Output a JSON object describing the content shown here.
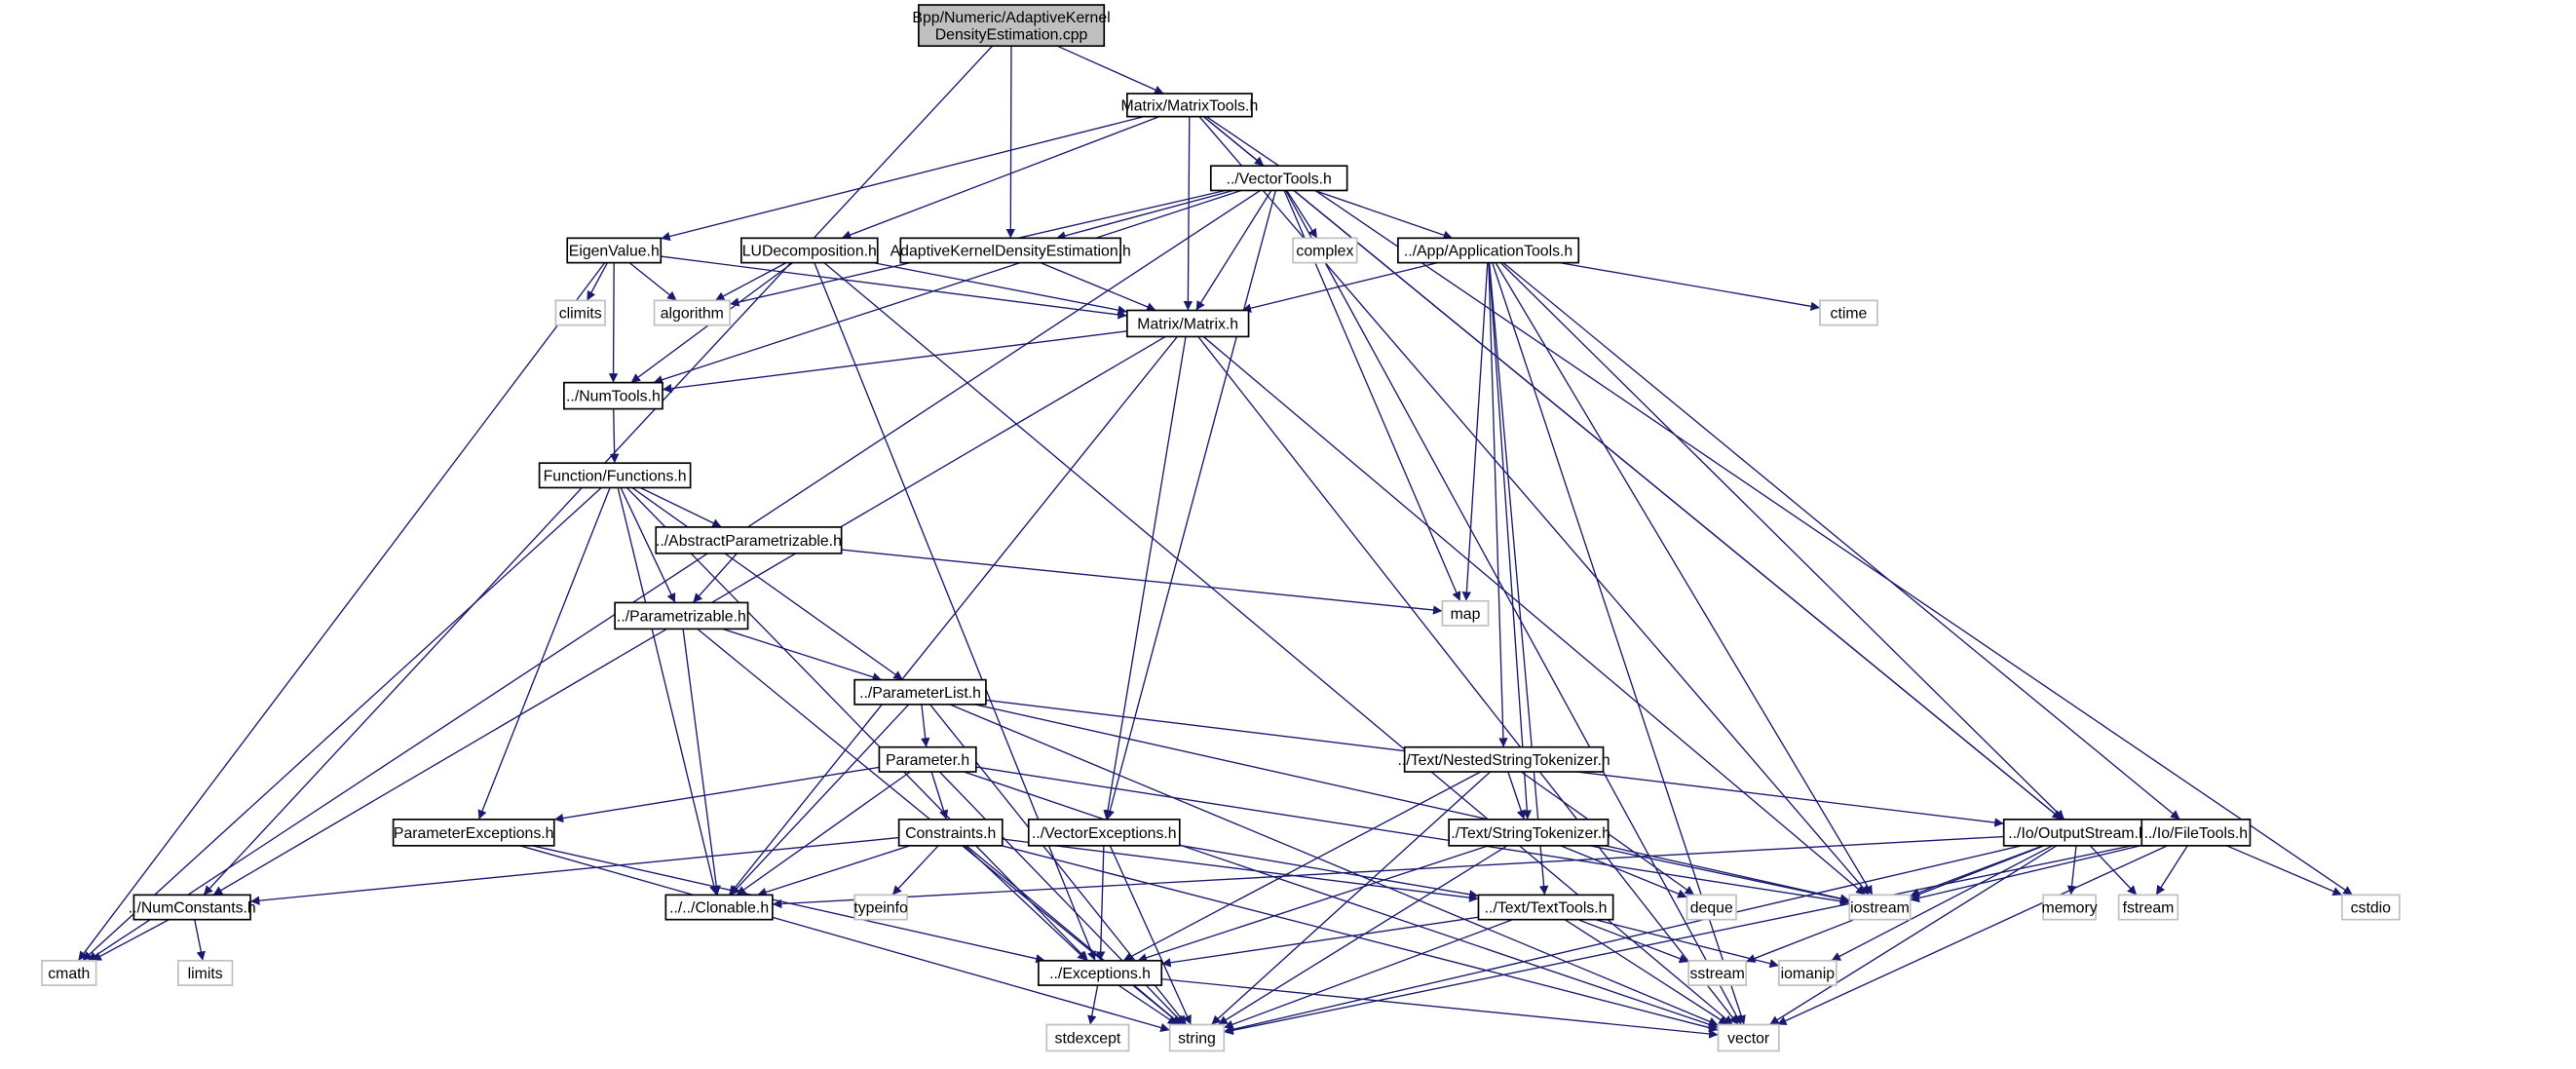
{
  "colors": {
    "edge": "#191970",
    "root_fill": "#bfbfbf",
    "node_border": "#000000",
    "external_border": "#bfbfbf"
  },
  "nodes": [
    {
      "id": "root",
      "label": [
        "Bpp/Numeric/AdaptiveKernel",
        "DensityEstimation.cpp"
      ],
      "kind": "root"
    },
    {
      "id": "matrixtools",
      "label": [
        "Matrix/MatrixTools.h"
      ],
      "kind": "file"
    },
    {
      "id": "vectortools",
      "label": [
        "../VectorTools.h"
      ],
      "kind": "file"
    },
    {
      "id": "eigen",
      "label": [
        "EigenValue.h"
      ],
      "kind": "file"
    },
    {
      "id": "lu",
      "label": [
        "LUDecomposition.h"
      ],
      "kind": "file"
    },
    {
      "id": "akde",
      "label": [
        "AdaptiveKernelDensityEstimation.h"
      ],
      "kind": "file"
    },
    {
      "id": "complex",
      "label": [
        "complex"
      ],
      "kind": "external"
    },
    {
      "id": "apptools",
      "label": [
        "../App/ApplicationTools.h"
      ],
      "kind": "file"
    },
    {
      "id": "climits",
      "label": [
        "climits"
      ],
      "kind": "external"
    },
    {
      "id": "algorithm",
      "label": [
        "algorithm"
      ],
      "kind": "external"
    },
    {
      "id": "matrix",
      "label": [
        "Matrix/Matrix.h"
      ],
      "kind": "file"
    },
    {
      "id": "ctime",
      "label": [
        "ctime"
      ],
      "kind": "external"
    },
    {
      "id": "numtools",
      "label": [
        "../NumTools.h"
      ],
      "kind": "file"
    },
    {
      "id": "functions",
      "label": [
        "Function/Functions.h"
      ],
      "kind": "file"
    },
    {
      "id": "absparam",
      "label": [
        "../AbstractParametrizable.h"
      ],
      "kind": "file"
    },
    {
      "id": "map",
      "label": [
        "map"
      ],
      "kind": "external"
    },
    {
      "id": "param",
      "label": [
        "../Parametrizable.h"
      ],
      "kind": "file"
    },
    {
      "id": "paramlist",
      "label": [
        "../ParameterList.h"
      ],
      "kind": "file"
    },
    {
      "id": "parameter",
      "label": [
        "Parameter.h"
      ],
      "kind": "file"
    },
    {
      "id": "nested",
      "label": [
        "../Text/NestedStringTokenizer.h"
      ],
      "kind": "file"
    },
    {
      "id": "paramexc",
      "label": [
        "ParameterExceptions.h"
      ],
      "kind": "file"
    },
    {
      "id": "constraints",
      "label": [
        "Constraints.h"
      ],
      "kind": "file"
    },
    {
      "id": "vecexc",
      "label": [
        "../VectorExceptions.h"
      ],
      "kind": "file"
    },
    {
      "id": "strtok",
      "label": [
        "../Text/StringTokenizer.h"
      ],
      "kind": "file"
    },
    {
      "id": "outstream",
      "label": [
        "../Io/OutputStream.h"
      ],
      "kind": "file"
    },
    {
      "id": "filetools",
      "label": [
        "../Io/FileTools.h"
      ],
      "kind": "file"
    },
    {
      "id": "numconst",
      "label": [
        "../NumConstants.h"
      ],
      "kind": "file"
    },
    {
      "id": "clonable",
      "label": [
        "../../Clonable.h"
      ],
      "kind": "file"
    },
    {
      "id": "typeinfo",
      "label": [
        "typeinfo"
      ],
      "kind": "external"
    },
    {
      "id": "texttools",
      "label": [
        "../Text/TextTools.h"
      ],
      "kind": "file"
    },
    {
      "id": "deque",
      "label": [
        "deque"
      ],
      "kind": "external"
    },
    {
      "id": "iostream",
      "label": [
        "iostream"
      ],
      "kind": "external"
    },
    {
      "id": "memory",
      "label": [
        "memory"
      ],
      "kind": "external"
    },
    {
      "id": "fstream",
      "label": [
        "fstream"
      ],
      "kind": "external"
    },
    {
      "id": "cstdio",
      "label": [
        "cstdio"
      ],
      "kind": "external"
    },
    {
      "id": "cmath",
      "label": [
        "cmath"
      ],
      "kind": "external"
    },
    {
      "id": "limits",
      "label": [
        "limits"
      ],
      "kind": "external"
    },
    {
      "id": "exceptions",
      "label": [
        "../Exceptions.h"
      ],
      "kind": "file"
    },
    {
      "id": "sstream",
      "label": [
        "sstream"
      ],
      "kind": "external"
    },
    {
      "id": "iomanip",
      "label": [
        "iomanip"
      ],
      "kind": "external"
    },
    {
      "id": "stdexcept",
      "label": [
        "stdexcept"
      ],
      "kind": "external"
    },
    {
      "id": "string",
      "label": [
        "string"
      ],
      "kind": "external"
    },
    {
      "id": "vector",
      "label": [
        "vector"
      ],
      "kind": "external"
    }
  ],
  "edges": [
    [
      "root",
      "matrixtools"
    ],
    [
      "root",
      "akde"
    ],
    [
      "root",
      "numconst"
    ],
    [
      "matrixtools",
      "vectortools"
    ],
    [
      "matrixtools",
      "eigen"
    ],
    [
      "matrixtools",
      "lu"
    ],
    [
      "matrixtools",
      "matrix"
    ],
    [
      "matrixtools",
      "outstream"
    ],
    [
      "matrixtools",
      "iostream"
    ],
    [
      "matrixtools",
      "cstdio"
    ],
    [
      "vectortools",
      "akde"
    ],
    [
      "vectortools",
      "complex"
    ],
    [
      "vectortools",
      "apptools"
    ],
    [
      "vectortools",
      "matrix"
    ],
    [
      "vectortools",
      "map"
    ],
    [
      "vectortools",
      "vecexc"
    ],
    [
      "vectortools",
      "numtools"
    ],
    [
      "vectortools",
      "algorithm"
    ],
    [
      "vectortools",
      "cmath"
    ],
    [
      "vectortools",
      "outstream"
    ],
    [
      "vectortools",
      "vector"
    ],
    [
      "eigen",
      "climits"
    ],
    [
      "eigen",
      "algorithm"
    ],
    [
      "eigen",
      "matrix"
    ],
    [
      "eigen",
      "numtools"
    ],
    [
      "eigen",
      "cmath"
    ],
    [
      "lu",
      "algorithm"
    ],
    [
      "lu",
      "matrix"
    ],
    [
      "lu",
      "numtools"
    ],
    [
      "lu",
      "exceptions"
    ],
    [
      "lu",
      "vector"
    ],
    [
      "akde",
      "matrix"
    ],
    [
      "apptools",
      "matrix"
    ],
    [
      "apptools",
      "ctime"
    ],
    [
      "apptools",
      "map"
    ],
    [
      "apptools",
      "nested"
    ],
    [
      "apptools",
      "strtok"
    ],
    [
      "apptools",
      "texttools"
    ],
    [
      "apptools",
      "iostream"
    ],
    [
      "apptools",
      "outstream"
    ],
    [
      "apptools",
      "filetools"
    ],
    [
      "apptools",
      "vector"
    ],
    [
      "matrix",
      "numtools"
    ],
    [
      "matrix",
      "numconst"
    ],
    [
      "matrix",
      "clonable"
    ],
    [
      "matrix",
      "vecexc"
    ],
    [
      "matrix",
      "iostream"
    ],
    [
      "matrix",
      "vector"
    ],
    [
      "numtools",
      "functions"
    ],
    [
      "functions",
      "absparam"
    ],
    [
      "functions",
      "param"
    ],
    [
      "functions",
      "paramlist"
    ],
    [
      "functions",
      "paramexc"
    ],
    [
      "functions",
      "clonable"
    ],
    [
      "functions",
      "exceptions"
    ],
    [
      "functions",
      "cmath"
    ],
    [
      "absparam",
      "param"
    ],
    [
      "absparam",
      "map"
    ],
    [
      "param",
      "paramlist"
    ],
    [
      "param",
      "clonable"
    ],
    [
      "param",
      "string"
    ],
    [
      "paramlist",
      "parameter"
    ],
    [
      "paramlist",
      "clonable"
    ],
    [
      "paramlist",
      "string"
    ],
    [
      "paramlist",
      "vector"
    ],
    [
      "paramlist",
      "iostream"
    ],
    [
      "paramlist",
      "outstream"
    ],
    [
      "parameter",
      "paramexc"
    ],
    [
      "parameter",
      "constraints"
    ],
    [
      "parameter",
      "clonable"
    ],
    [
      "parameter",
      "string"
    ],
    [
      "parameter",
      "iostream"
    ],
    [
      "parameter",
      "vector"
    ],
    [
      "nested",
      "strtok"
    ],
    [
      "nested",
      "deque"
    ],
    [
      "nested",
      "exceptions"
    ],
    [
      "nested",
      "string"
    ],
    [
      "paramexc",
      "exceptions"
    ],
    [
      "paramexc",
      "string"
    ],
    [
      "constraints",
      "numconst"
    ],
    [
      "constraints",
      "clonable"
    ],
    [
      "constraints",
      "typeinfo"
    ],
    [
      "constraints",
      "exceptions"
    ],
    [
      "constraints",
      "string"
    ],
    [
      "constraints",
      "texttools"
    ],
    [
      "constraints",
      "vector"
    ],
    [
      "vecexc",
      "exceptions"
    ],
    [
      "vecexc",
      "string"
    ],
    [
      "vecexc",
      "texttools"
    ],
    [
      "strtok",
      "deque"
    ],
    [
      "strtok",
      "iostream"
    ],
    [
      "strtok",
      "exceptions"
    ],
    [
      "strtok",
      "string"
    ],
    [
      "outstream",
      "iostream"
    ],
    [
      "outstream",
      "memory"
    ],
    [
      "outstream",
      "fstream"
    ],
    [
      "outstream",
      "sstream"
    ],
    [
      "outstream",
      "iomanip"
    ],
    [
      "outstream",
      "string"
    ],
    [
      "outstream",
      "vector"
    ],
    [
      "outstream",
      "clonable"
    ],
    [
      "filetools",
      "iostream"
    ],
    [
      "filetools",
      "fstream"
    ],
    [
      "filetools",
      "cstdio"
    ],
    [
      "filetools",
      "string"
    ],
    [
      "filetools",
      "vector"
    ],
    [
      "numconst",
      "cmath"
    ],
    [
      "numconst",
      "limits"
    ],
    [
      "texttools",
      "exceptions"
    ],
    [
      "texttools",
      "sstream"
    ],
    [
      "texttools",
      "iomanip"
    ],
    [
      "texttools",
      "string"
    ],
    [
      "texttools",
      "vector"
    ],
    [
      "exceptions",
      "stdexcept"
    ],
    [
      "exceptions",
      "string"
    ],
    [
      "exceptions",
      "vector"
    ]
  ]
}
